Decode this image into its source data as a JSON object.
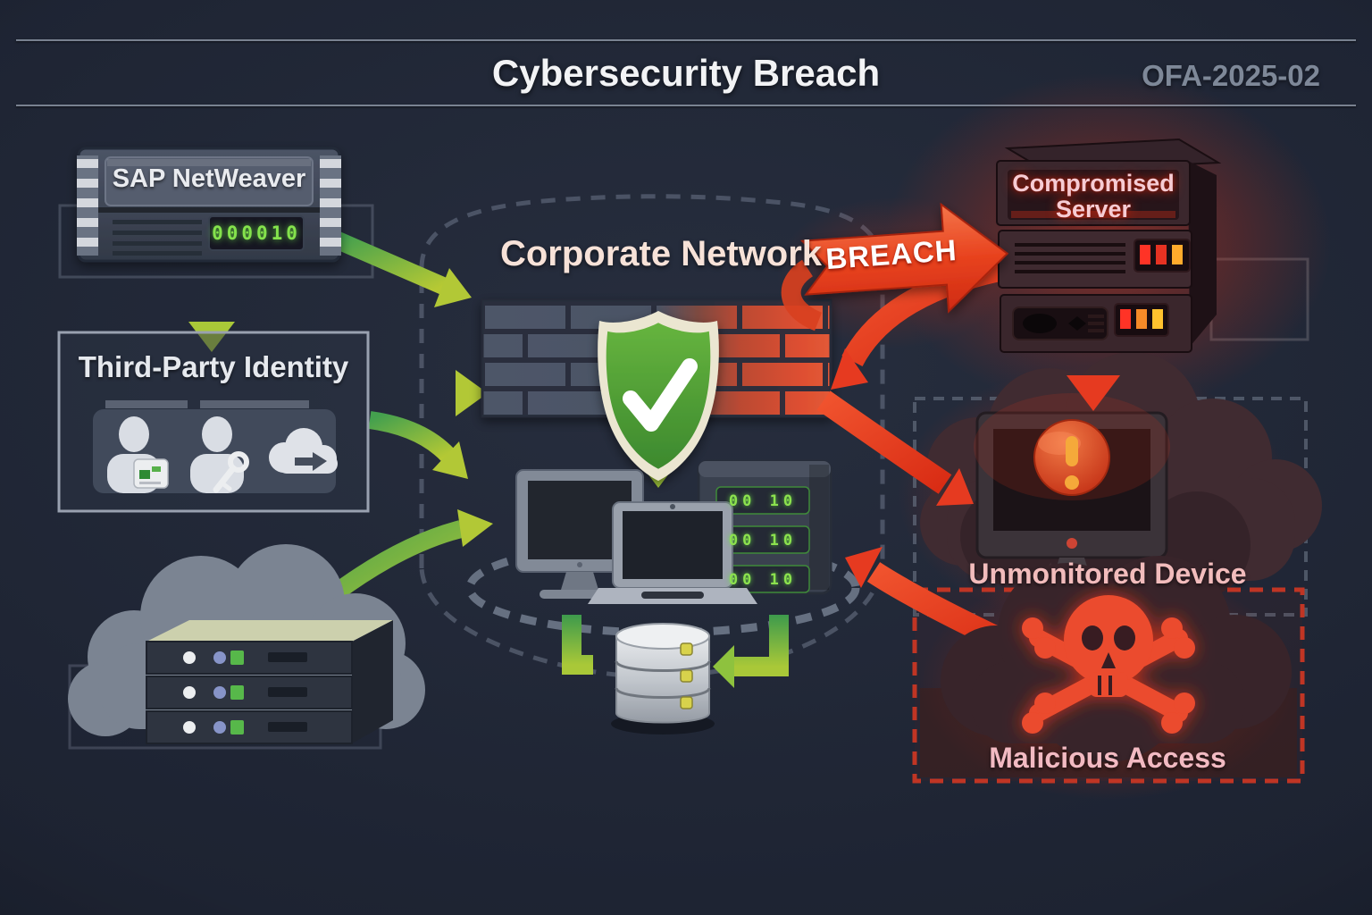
{
  "header": {
    "title": "Cybersecurity Breach",
    "code": "OFA-2025-02"
  },
  "nodes": {
    "sap": {
      "label": "SAP NetWeaver",
      "led_value": "000010",
      "icon": "rack-server-icon"
    },
    "identity": {
      "label": "Third-Party Identity",
      "icons": [
        "user-id-card-icon",
        "user-key-icon",
        "cloud-transfer-icon"
      ]
    },
    "private_cloud": {
      "icon": "cloud-server-stack-icon"
    },
    "network": {
      "label": "Corporate Network",
      "rack_led_value": "00 10",
      "icons": [
        "firewall-brick-wall-icon",
        "shield-checkmark-icon",
        "desktop-monitor-icon",
        "laptop-icon",
        "tower-server-icon",
        "database-cylinder-icon"
      ]
    },
    "breach": {
      "label": "BREACH"
    },
    "compromised": {
      "label": "Compromised Server",
      "icon": "compromised-server-icon"
    },
    "unmonitored": {
      "label": "Unmonitored Device",
      "icons": [
        "alert-monitor-icon",
        "warning-exclamation-icon",
        "dark-cloud-icon"
      ]
    },
    "malicious": {
      "label": "Malicious Access",
      "icon": "skull-crossbones-icon"
    }
  },
  "colors": {
    "background": "#1d2433",
    "safe_green": "#4aa04e",
    "alert_yellow_green": "#b6c934",
    "danger_red": "#e63a20",
    "heading_white": "#f2f3f5",
    "code_gray": "#7e8898",
    "network_label_pink": "#f7e2d8",
    "danger_label_pink": "#f2bcbc",
    "led_green": "#84e24c",
    "led_yellow": "#d8d24c"
  }
}
